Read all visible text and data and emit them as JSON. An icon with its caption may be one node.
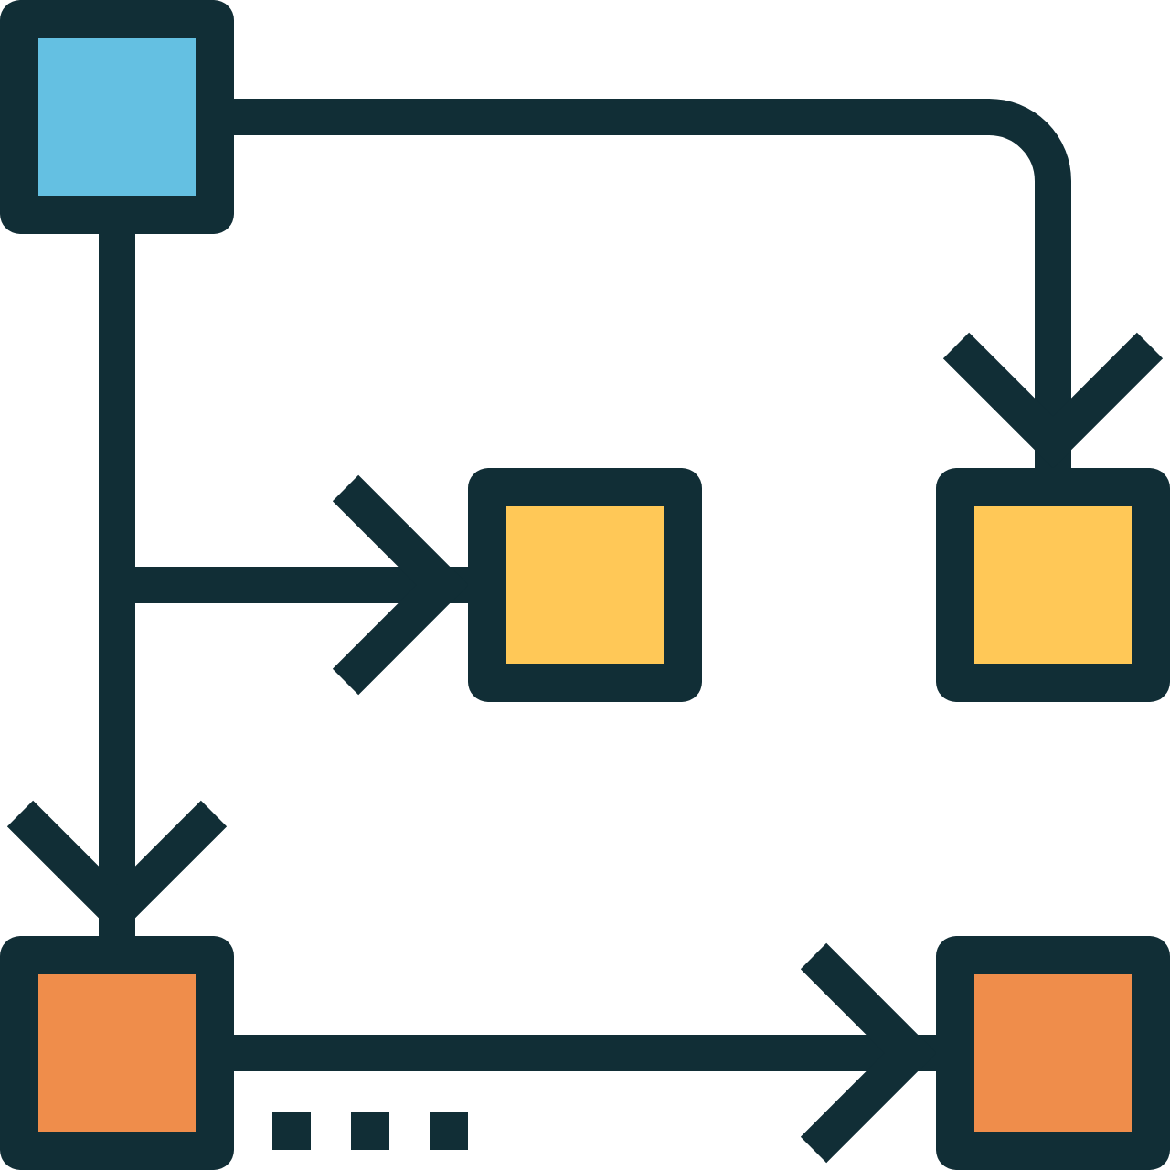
{
  "diagram": {
    "nodes": [
      {
        "text": [],
        "shape": "box"
      },
      {
        "text": [],
        "shape": "box"
      },
      {
        "text": [],
        "shape": "box"
      },
      {
        "text": [],
        "shape": "box"
      },
      {
        "text": [],
        "shape": "box"
      }
    ],
    "edges": [
      {
        "from": 0,
        "to": 2,
        "arrow": "to"
      },
      {
        "from": 0,
        "to": 1,
        "arrow": "to"
      },
      {
        "from": 0,
        "to": 3,
        "arrow": "to"
      },
      {
        "from": 3,
        "to": 4,
        "arrow": "to"
      }
    ]
  }
}
